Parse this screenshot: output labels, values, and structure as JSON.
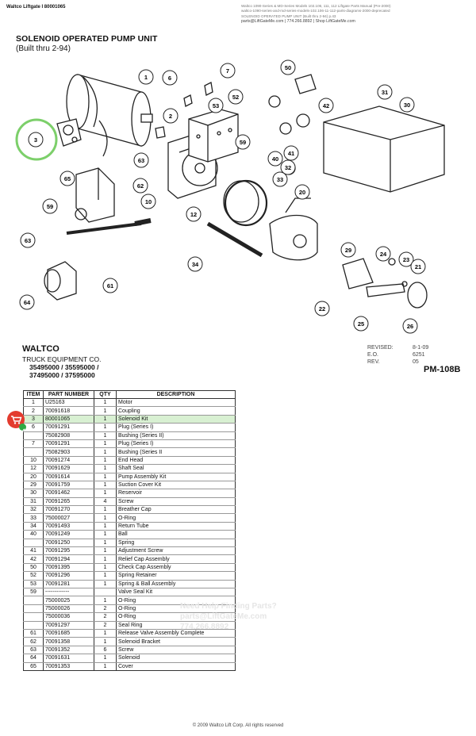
{
  "doc_title": "Waltco Liftgate I 80001065",
  "source_lines": [
    "Waltco 1090-Series & MD-Series Models 102.106, 111, 112 Liftgate Parts Manual (Pre-2000)",
    "waltco-1090-series-and-md-series-models-102.106-11-112-parts-diagrams-2000-deprecated",
    "SOLENOID OPERATED PUMP UNIT (Built thru 2-94)   p.43"
  ],
  "contact": "parts@LiftGateMe.com | 774.266.8892 | Shop LiftGateMe.com",
  "heading": "SOLENOID OPERATED PUMP UNIT",
  "subheading": "(Built thru 2-94)",
  "callouts": [
    "1",
    "6",
    "7",
    "50",
    "31",
    "30",
    "2",
    "53",
    "52",
    "42",
    "3",
    "59",
    "41",
    "40",
    "63",
    "32",
    "65",
    "62",
    "33",
    "20",
    "10",
    "12",
    "59",
    "63",
    "34",
    "29",
    "24",
    "23",
    "21",
    "61",
    "64",
    "22",
    "25",
    "26"
  ],
  "company": {
    "brand": "WALTCO",
    "name": "TRUCK EQUIPMENT CO.",
    "models_line1": "35495000 / 35595000 /",
    "models_line2": "37495000 / 37595000"
  },
  "revision": {
    "revised_label": "REVISED:",
    "revised_value": "8-1-09",
    "eo_label": "E.O.",
    "eo_value": "6251",
    "rev_label": "REV.",
    "rev_value": "05"
  },
  "pm_number": "PM-108B",
  "table": {
    "headers": [
      "ITEM",
      "PART NUMBER",
      "QTY",
      "DESCRIPTION"
    ],
    "highlight_row": 2,
    "rows": [
      [
        "1",
        "U25163",
        "1",
        "Motor"
      ],
      [
        "2",
        "70091618",
        "1",
        "Coupling"
      ],
      [
        "3",
        "80001065",
        "1",
        "Solenoid Kit"
      ],
      [
        "6",
        "70091291",
        "1",
        "Plug (Series I)"
      ],
      [
        "",
        "75082908",
        "1",
        "Bushing (Series II)"
      ],
      [
        "7",
        "70091291",
        "1",
        "Plug (Series I)"
      ],
      [
        "",
        "75082903",
        "1",
        "Bushing (Series II"
      ],
      [
        "10",
        "70091274",
        "1",
        "End Head"
      ],
      [
        "12",
        "70091629",
        "1",
        "Shaft Seal"
      ],
      [
        "20",
        "70091614",
        "1",
        "Pump Assembly Kit"
      ],
      [
        "29",
        "70091759",
        "1",
        "Suction Cover Kit"
      ],
      [
        "30",
        "70091462",
        "1",
        "Reservoir"
      ],
      [
        "31",
        "70091265",
        "4",
        "Screw"
      ],
      [
        "32",
        "70091270",
        "1",
        "Breather Cap"
      ],
      [
        "33",
        "75000027",
        "1",
        "O-Ring"
      ],
      [
        "34",
        "70091493",
        "1",
        "Return Tube"
      ],
      [
        "40",
        "70091249",
        "1",
        "Ball"
      ],
      [
        "",
        "70091250",
        "1",
        "Spring"
      ],
      [
        "41",
        "70091295",
        "1",
        "Adjustment Screw"
      ],
      [
        "42",
        "70091294",
        "1",
        "Relief Cap Assembly"
      ],
      [
        "50",
        "70091395",
        "1",
        "Check Cap Assembly"
      ],
      [
        "52",
        "70091296",
        "1",
        "Spring Retainer"
      ],
      [
        "53",
        "70091281",
        "1",
        "Spring & Ball Assembly"
      ],
      [
        "59",
        "-------------",
        "",
        "Valve Seal Kit"
      ],
      [
        "",
        "75000025",
        "1",
        "O-Ring"
      ],
      [
        "",
        "75000026",
        "2",
        "O-Ring"
      ],
      [
        "",
        "75000036",
        "2",
        "O-Ring"
      ],
      [
        "",
        "70091297",
        "2",
        "Seal Ring"
      ],
      [
        "61",
        "70091685",
        "1",
        "Release Valve Assembly Complete"
      ],
      [
        "62",
        "70091358",
        "1",
        "Solenoid Bracket"
      ],
      [
        "63",
        "70091352",
        "6",
        "Screw"
      ],
      [
        "64",
        "70091631",
        "1",
        "Solenoid"
      ],
      [
        "65",
        "70091353",
        "1",
        "Cover"
      ]
    ]
  },
  "watermark": {
    "line1": "Need Help Finding Parts?",
    "line2": "parts@LiftGateMe.com",
    "line3": "774.266.8892"
  },
  "footer": "© 2009 Waltco Lift Corp. All rights reserved",
  "colors": {
    "highlight_row": "#d8f0d2",
    "focus_circle": "#7ccf6a",
    "cart_badge": "#e33b2e",
    "check": "#2eaa44"
  },
  "icons": [
    "cart-icon",
    "check-icon"
  ]
}
